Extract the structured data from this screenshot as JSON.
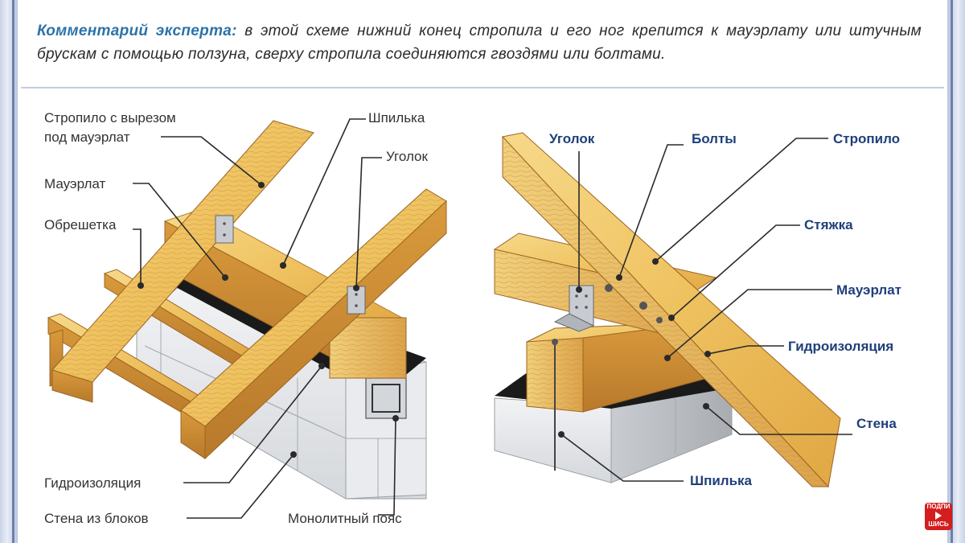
{
  "comment": {
    "lead": "Комментарий эксперта:",
    "text": "в этой схеме нижний конец стропила и его ног крепится к мауэрлату или штучным брускам с помощью ползуна, сверху стропила соединяются гвоздями или болтами."
  },
  "left_diagram": {
    "labels": {
      "rafter_cutout_1": "Стропило с вырезом",
      "rafter_cutout_2": "под мауэрлат",
      "mauerlat": "Мауэрлат",
      "lathing": "Обрешетка",
      "stud": "Шпилька",
      "angle": "Уголок",
      "waterproofing": "Гидроизоляция",
      "block_wall": "Стена из блоков",
      "monolithic_belt": "Монолитный пояс"
    }
  },
  "right_diagram": {
    "labels": {
      "angle": "Уголок",
      "bolts": "Болты",
      "rafter": "Стропило",
      "tie": "Стяжка",
      "mauerlat": "Мауэрлат",
      "waterproofing": "Гидроизоляция",
      "wall": "Стена",
      "stud": "Шпилька"
    }
  },
  "badge": {
    "line1": "ПОДПИ",
    "line2": "ШИСЬ"
  },
  "colors": {
    "wood_light": "#f3c869",
    "wood_mid": "#e0a94a",
    "wood_dark": "#b87a2a",
    "block_light": "#eceef0",
    "block_shadow": "#b9bcc0",
    "waterproofing": "#1a1a1a",
    "leader_line": "#2a2a2a",
    "label_left": "#333333",
    "label_right": "#1f3f7a",
    "comment_lead": "#2c73a8"
  }
}
